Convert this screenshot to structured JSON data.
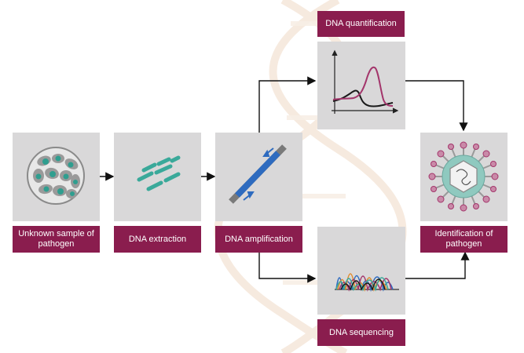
{
  "steps": {
    "sample": "Unknown sample of pathogen",
    "extraction": "DNA extraction",
    "amplification": "DNA amplification",
    "quantification": "DNA quantification",
    "sequencing": "DNA sequencing",
    "identification": "Identification of pathogen"
  },
  "colors": {
    "label_bg": "#8a1d4e",
    "panel_bg": "#d9d8d9",
    "teal": "#3aa99a",
    "blue": "#2e6bbf",
    "magenta": "#a3356b"
  },
  "icons": {
    "sample": "cell-sample-icon",
    "extraction": "dna-fragments-icon",
    "amplification": "pcr-tube-icon",
    "quantification": "fluorescence-curve-icon",
    "sequencing": "chromatogram-icon",
    "identification": "virus-icon"
  }
}
